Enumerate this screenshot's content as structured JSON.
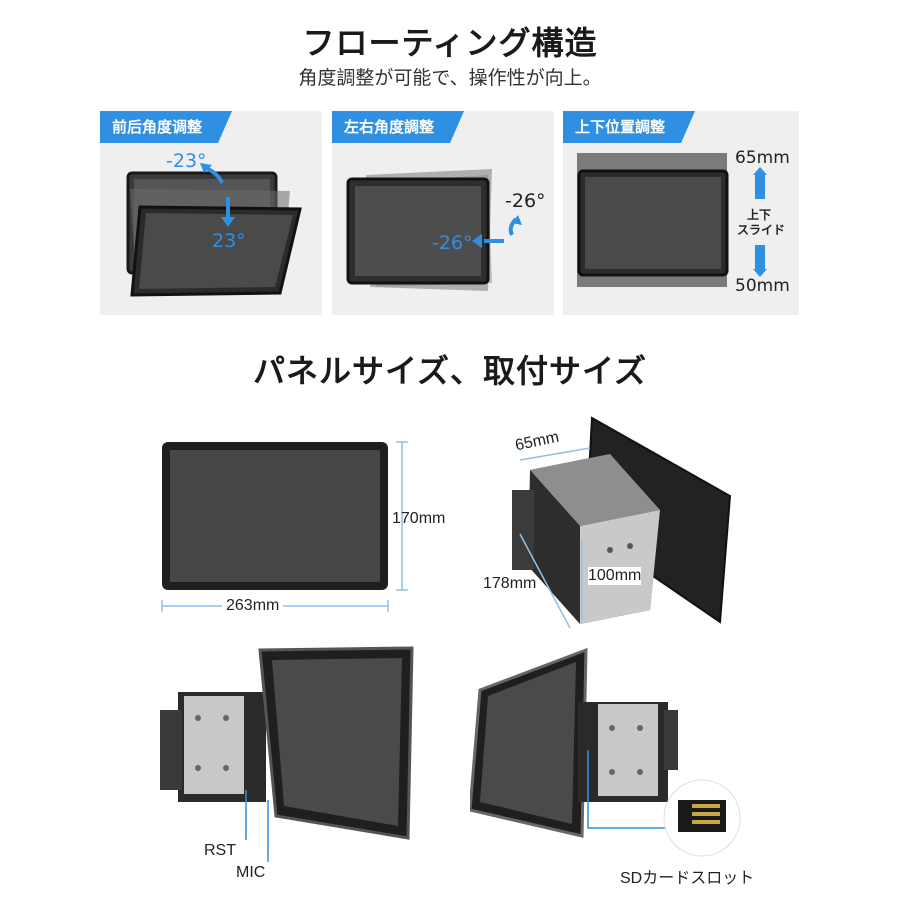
{
  "section1": {
    "title": "フローティング構造",
    "subtitle": "角度調整が可能で、操作性が向上。",
    "panels": [
      {
        "tag": "前后角度调整",
        "angle_top": "-23°",
        "angle_bottom": "23°"
      },
      {
        "tag": "左右角度調整",
        "angle_right": "-26°",
        "angle_left": "-26°"
      },
      {
        "tag": "上下位置調整",
        "up": "65mm",
        "slide_line1": "上下",
        "slide_line2": "スライド",
        "down": "50mm"
      }
    ]
  },
  "section2": {
    "title": "パネルサイズ、取付サイズ",
    "panel_height": "170mm",
    "panel_width": "263mm",
    "body_depth": "65mm",
    "body_width": "178mm",
    "body_height": "100mm"
  },
  "ports": {
    "rst": "RST",
    "mic": "MIC",
    "sd": "SDカードスロット"
  },
  "colors": {
    "accent": "#2f8fe3",
    "panel_bg": "#efefef"
  }
}
